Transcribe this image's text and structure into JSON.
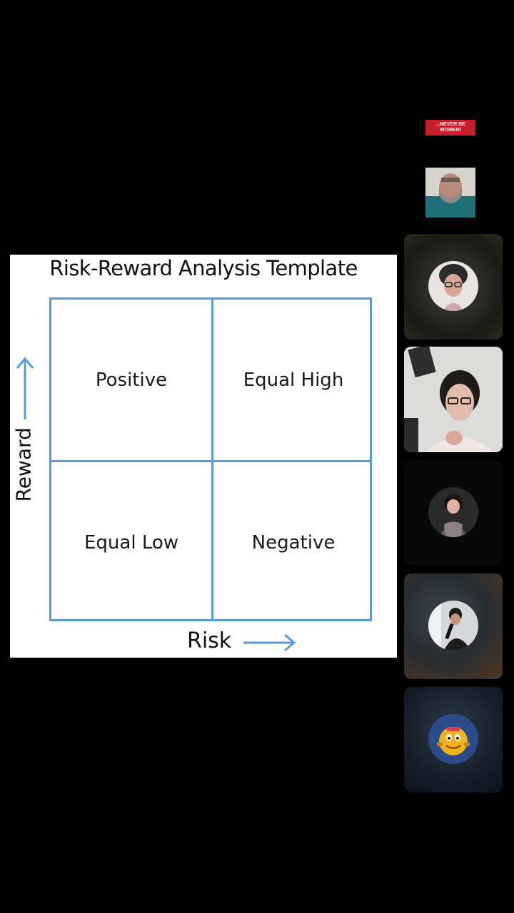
{
  "slide": {
    "title": "Risk-Reward Analysis Template",
    "quadrants": {
      "top_left": "Positive",
      "top_right": "Equal High",
      "bottom_left": "Equal Low",
      "bottom_right": "Negative"
    },
    "y_axis_label": "Reward",
    "x_axis_label": "Risk",
    "accent_color": "#5b9bd5"
  },
  "participants": {
    "banner_text": "...NEVER BE WOMEN!",
    "banner_color": "#c8202a"
  }
}
